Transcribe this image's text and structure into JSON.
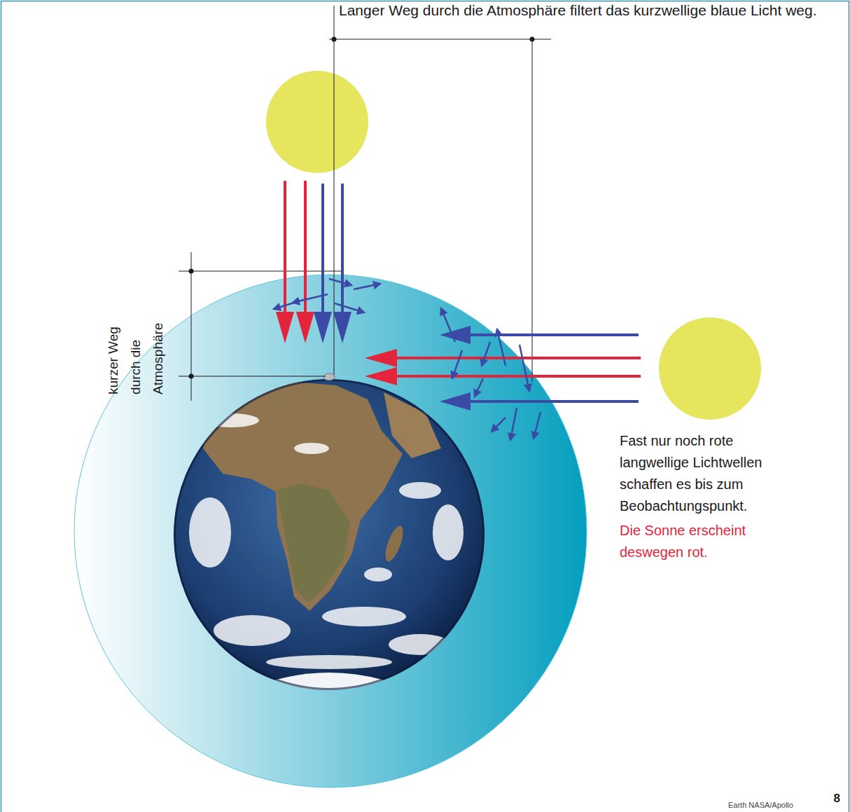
{
  "diagram": {
    "labels": [
      "Langer Weg durch die Atmosphäre filtert das kurzwellige blaue Licht weg.",
      "kurzer Weg durch die Atmosphäre",
      "Fast nur noch rote langwellige Lichtwellen schaffen es bis zum Beobachtungspunkt.",
      "Die Sonne erscheint deswegen rot.",
      "8",
      "Earth NASA/Apollo"
    ]
  }
}
